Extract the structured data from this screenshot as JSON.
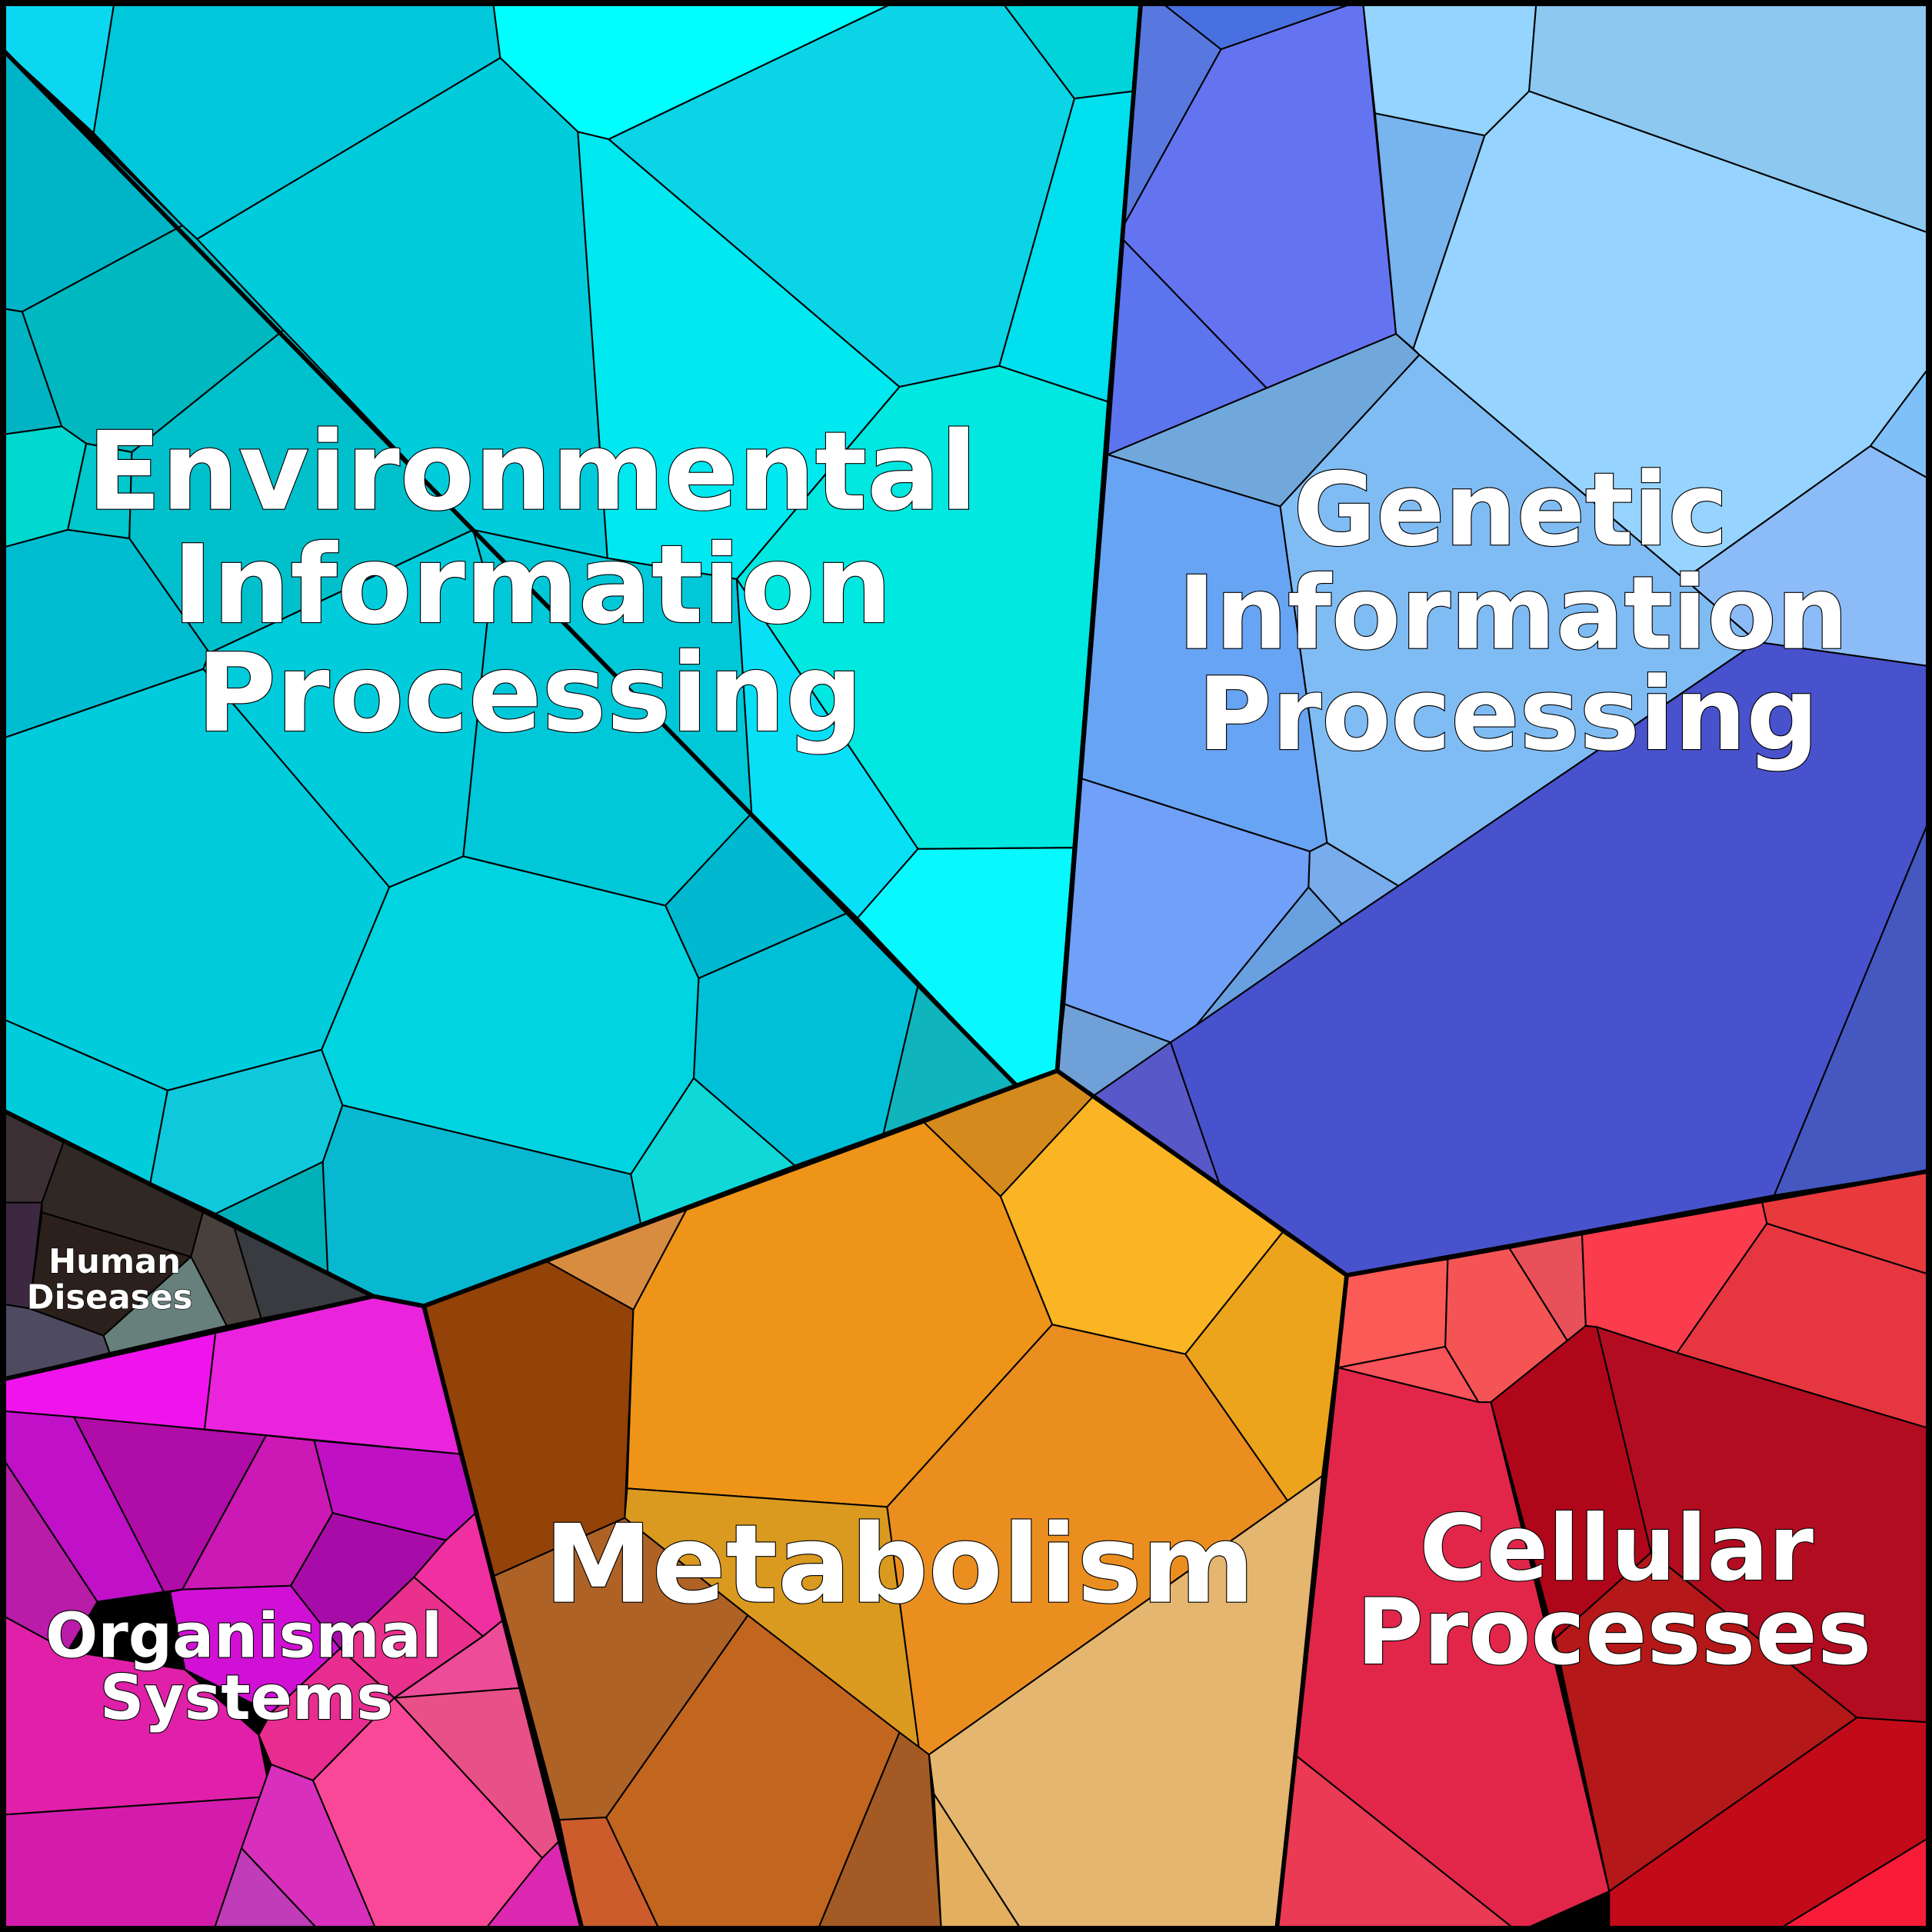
{
  "diagram": {
    "type": "voronoi-treemap",
    "regions": [
      {
        "id": "environmental",
        "label_lines": [
          "Environmental",
          "Information",
          "Processing"
        ],
        "color": "#00CCDC"
      },
      {
        "id": "genetic",
        "label_lines": [
          "Genetic",
          "Information",
          "Processing"
        ],
        "color": "#6A9EF4"
      },
      {
        "id": "metabolism",
        "label_lines": [
          "Metabolism"
        ],
        "color": "#EE9418"
      },
      {
        "id": "cellular",
        "label_lines": [
          "Cellular",
          "Processes"
        ],
        "color": "#E2264A"
      },
      {
        "id": "human-diseases",
        "label_lines": [
          "Human",
          "Diseases"
        ],
        "color": "#3C3034"
      },
      {
        "id": "organismal",
        "label_lines": [
          "Organismal",
          "Systems"
        ],
        "color": "#E020A8"
      }
    ]
  }
}
